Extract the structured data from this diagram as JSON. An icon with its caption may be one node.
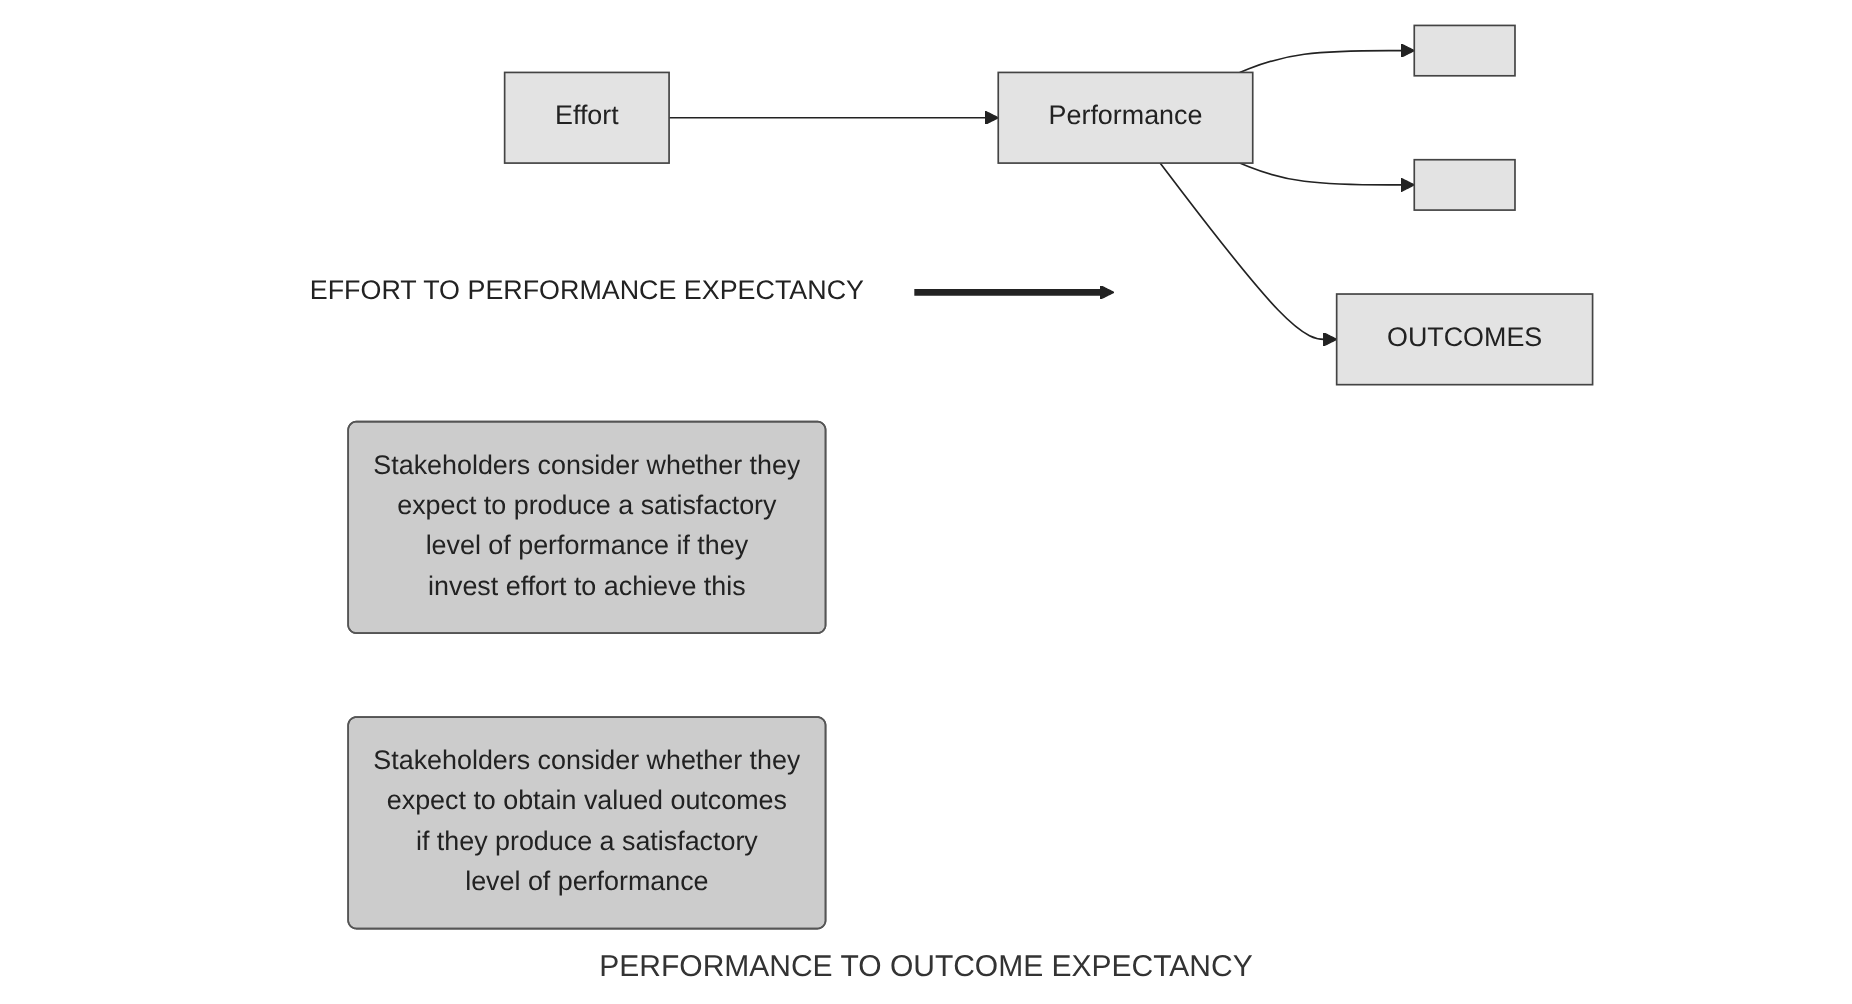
{
  "diagram": {
    "nodes": [
      {
        "text": [
          "Effort"
        ]
      },
      {
        "text": [
          "Performance"
        ]
      },
      {
        "text": [],
        "shape": "box"
      },
      {
        "text": [],
        "shape": "box"
      },
      {
        "text": [
          "OUTCOMES"
        ]
      },
      {
        "text": [
          "EFFORT TO PERFORMANCE EXPECTANCY"
        ]
      },
      {
        "text": [
          "Stakeholders consider whether they expect to produce a satisfactory level of performance if they invest effort to achieve this"
        ]
      },
      {
        "text": [
          "Stakeholders consider whether they expect to obtain valued outcomes if they produce a satisfactory level of performance"
        ]
      }
    ],
    "edges": [
      {
        "from": 0,
        "to": 1,
        "arrow": "to"
      },
      {
        "from": 1,
        "to": 2,
        "arrow": "to"
      },
      {
        "from": 1,
        "to": 3,
        "arrow": "to"
      },
      {
        "from": 1,
        "to": 4,
        "arrow": "to"
      },
      {
        "from": 5,
        "to": null,
        "arrow": "to",
        "style": "thick"
      }
    ],
    "labels": [
      "PERFORMANCE TO OUTCOME EXPECTANCY"
    ]
  }
}
